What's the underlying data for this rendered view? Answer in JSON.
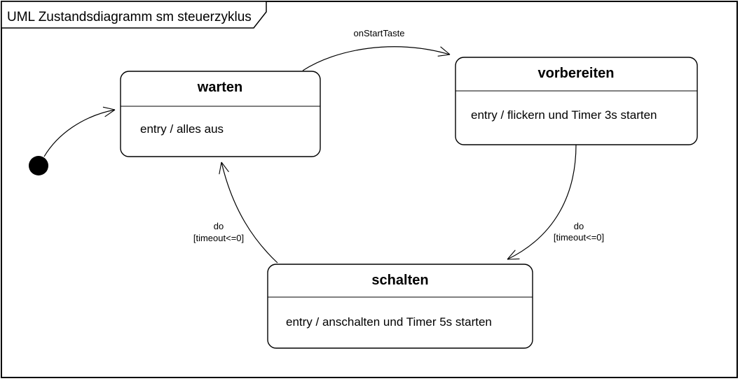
{
  "frame": {
    "title": "UML Zustandsdiagramm sm steuerzyklus"
  },
  "diagram_type": "uml-state-machine",
  "colors": {
    "line": "#000000",
    "background": "#ffffff",
    "text": "#000000"
  },
  "initial_state": {
    "type": "initial-pseudostate"
  },
  "states": [
    {
      "name": "warten",
      "entry_action": "entry / alles aus"
    },
    {
      "name": "vorbereiten",
      "entry_action": "entry / flickern und Timer 3s starten"
    },
    {
      "name": "schalten",
      "entry_action": "entry / anschalten und Timer 5s starten"
    }
  ],
  "transitions": [
    {
      "from": "initial",
      "to": "warten",
      "label": ""
    },
    {
      "from": "warten",
      "to": "vorbereiten",
      "label": "onStartTaste",
      "guard": ""
    },
    {
      "from": "vorbereiten",
      "to": "schalten",
      "label": "do",
      "guard": "[timeout<=0]"
    },
    {
      "from": "schalten",
      "to": "warten",
      "label": "do",
      "guard": "[timeout<=0]"
    }
  ]
}
